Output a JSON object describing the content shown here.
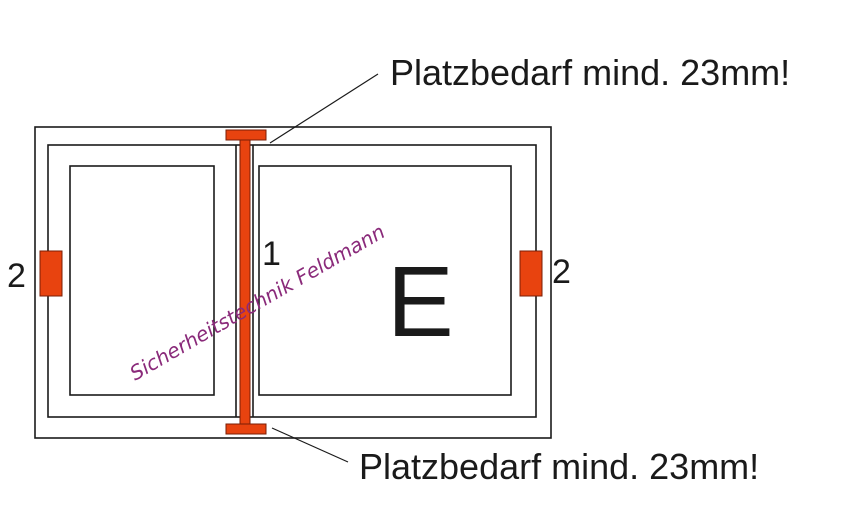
{
  "labels": {
    "top_note": "Platzbedarf mind. 23mm!",
    "bottom_note": "Platzbedarf mind. 23mm!",
    "middle_number": "1",
    "left_number": "2",
    "right_number": "2",
    "right_letter": "E",
    "watermark": "Sicherheitstechnik Feldmann"
  },
  "colors": {
    "part": "#e8430f",
    "part_stroke": "#7a1e05",
    "frame": "#1a1a1a",
    "watermark": "#8a2a7a"
  }
}
